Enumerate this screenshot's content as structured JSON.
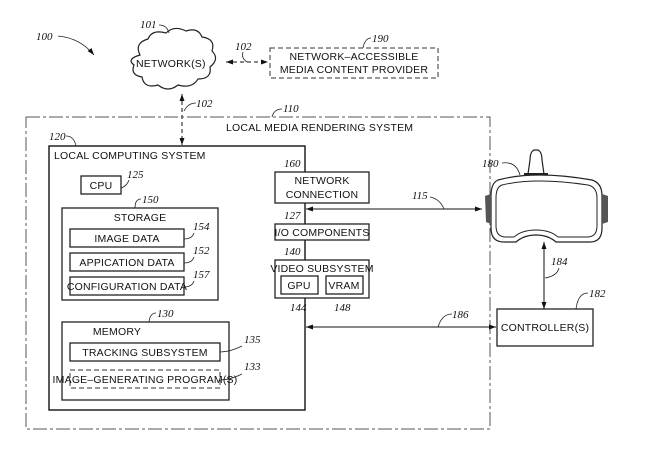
{
  "figure_ref": "100",
  "network": {
    "label": "NETWORK(S)",
    "ref": "101"
  },
  "provider": {
    "line1": "NETWORK–ACCESSIBLE",
    "line2": "MEDIA CONTENT PROVIDER",
    "ref": "190"
  },
  "links": {
    "network_provider_ref": "102",
    "network_local_ref": "102",
    "hmd_ref": "115",
    "controller_hmd_ref": "184",
    "controller_local_ref": "186"
  },
  "local_media_rendering_system": {
    "label": "LOCAL MEDIA RENDERING SYSTEM",
    "ref": "110"
  },
  "local_computing_system": {
    "label": "LOCAL COMPUTING SYSTEM",
    "ref": "120"
  },
  "cpu": {
    "label": "CPU",
    "ref": "125"
  },
  "storage": {
    "label": "STORAGE",
    "ref": "150",
    "items": [
      {
        "label": "IMAGE DATA",
        "ref": "154"
      },
      {
        "label": "APPICATION DATA",
        "ref": "152"
      },
      {
        "label": "CONFIGURATION DATA",
        "ref": "157"
      }
    ]
  },
  "network_connection": {
    "line1": "NETWORK",
    "line2": "CONNECTION",
    "ref": "160"
  },
  "io_components": {
    "label": "I/O COMPONENTS",
    "ref": "127"
  },
  "video_subsystem": {
    "label": "VIDEO SUBSYSTEM",
    "ref": "140",
    "gpu": {
      "label": "GPU",
      "ref": "144"
    },
    "vram": {
      "label": "VRAM",
      "ref": "148"
    }
  },
  "memory": {
    "label": "MEMORY",
    "ref": "130",
    "tracking": {
      "label": "TRACKING SUBSYSTEM",
      "ref": "135"
    },
    "image_program": {
      "label": "IMAGE–GENERATING PROGRAM(S)",
      "ref": "133"
    }
  },
  "hmd": {
    "ref": "180"
  },
  "controller": {
    "label": "CONTROLLER(S)",
    "ref": "182"
  }
}
